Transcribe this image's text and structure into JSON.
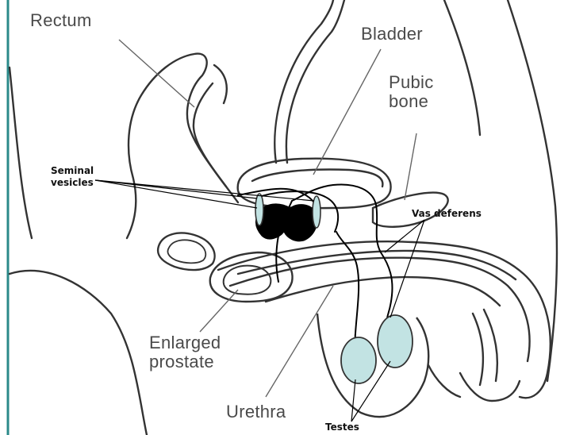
{
  "labels": {
    "rectum": "Rectum",
    "bladder": "Bladder",
    "pubic_bone": [
      "Pubic",
      "bone"
    ],
    "enlarged_prostate": [
      "Enlarged",
      "prostate"
    ],
    "urethra": "Urethra",
    "seminal_vesicles": [
      "Seminal",
      "vesicles"
    ],
    "vas_deferens": "Vas deferens",
    "testes": "Testes"
  },
  "colors": {
    "outline": "#333333",
    "leader_line": "#666666",
    "callout_line": "#000000",
    "highlight_fill": "#c2e3e3",
    "prostate_fill": "#000000",
    "frame_border": "#2b8a8a"
  }
}
